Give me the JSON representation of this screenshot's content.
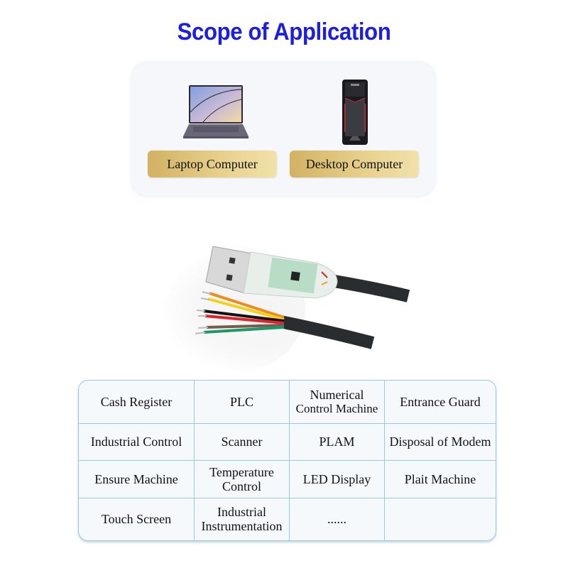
{
  "title": "Scope of Application",
  "devices": [
    {
      "label": "Laptop Computer",
      "icon": "laptop-icon"
    },
    {
      "label": "Desktop Computer",
      "icon": "desktop-tower-icon"
    }
  ],
  "product_image": {
    "icon": "usb-serial-cable-icon",
    "wire_colors": [
      "#f08a1c",
      "#f2d21a",
      "#111111",
      "#e0222a",
      "#7a5a4a",
      "#1a9a6a"
    ]
  },
  "applications": {
    "rows": [
      [
        {
          "lines": [
            "Cash Register"
          ]
        },
        {
          "lines": [
            "PLC"
          ]
        },
        {
          "lines": [
            "Numerical",
            "Control Machine"
          ]
        },
        {
          "lines": [
            "Entrance Guard"
          ]
        }
      ],
      [
        {
          "lines": [
            "Industrial Control"
          ]
        },
        {
          "lines": [
            "Scanner"
          ]
        },
        {
          "lines": [
            "PLAM"
          ]
        },
        {
          "lines": [
            "Disposal of Modem"
          ]
        }
      ],
      [
        {
          "lines": [
            "Ensure Machine"
          ]
        },
        {
          "lines": [
            "Temperature",
            "Control"
          ]
        },
        {
          "lines": [
            "LED Display"
          ]
        },
        {
          "lines": [
            "Plait Machine"
          ]
        }
      ],
      [
        {
          "lines": [
            "Touch Screen"
          ]
        },
        {
          "lines": [
            "Industrial",
            "Instrumentation"
          ]
        },
        {
          "lines": [
            "......"
          ]
        },
        {
          "lines": [
            ""
          ]
        }
      ]
    ]
  },
  "colors": {
    "title": "#1c1ee0",
    "label_gold_start": "#d2b263",
    "label_gold_end": "#f1e2aa",
    "table_border": "#9cc8dc"
  }
}
